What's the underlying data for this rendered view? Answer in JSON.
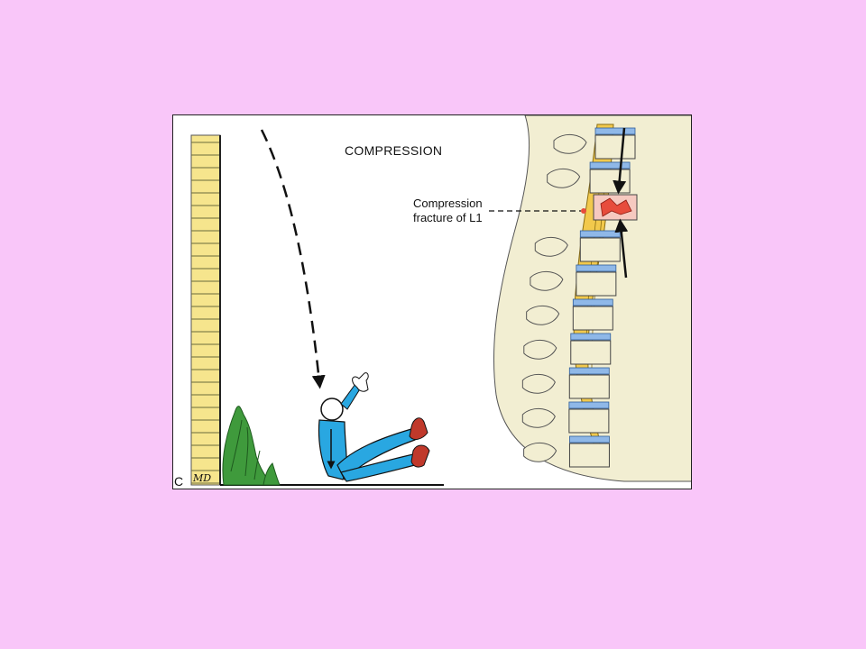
{
  "figure": {
    "title": "COMPRESSION",
    "annotation_line1": "Compression",
    "annotation_line2": "fracture of L1",
    "panel_letter": "C",
    "signature": "MD"
  },
  "colors": {
    "slide_background": "#f9c6f9",
    "figure_background": "#ffffff",
    "brick_wall": "#f6e58d",
    "shrub": "#3f9a3c",
    "figure_suit": "#29a7e1",
    "shoes": "#c0392b",
    "bone": "#f2eed2",
    "disc": "#8fb8e8",
    "spinal_cord": "#f2c94c",
    "fracture": "#e74c3c"
  },
  "icons": [
    "brick-wall-icon",
    "shrub-icon",
    "falling-person-icon",
    "spine-cross-section-icon",
    "compression-arrow-icon"
  ]
}
